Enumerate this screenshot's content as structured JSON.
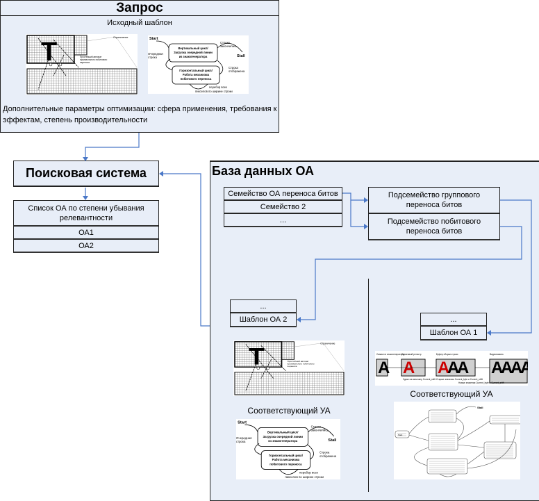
{
  "query": {
    "title": "Запрос",
    "subtitle": "Исходный шаблон",
    "extra_params": "Дополнительные параметры оптимизации: сфера применения, требования к эффектам, степень производительности"
  },
  "search": {
    "title": "Поисковая система"
  },
  "result_list": {
    "header": "Список ОА по степени убывания релевантности",
    "items": [
      "ОА1",
      "ОА2"
    ]
  },
  "database": {
    "title": "База данных ОА",
    "families": [
      "Семейство ОА переноса битов",
      "Семейство 2",
      "..."
    ],
    "subfamilies": [
      "Подсемейство группового переноса битов",
      "Подсемейство побитового переноса битов"
    ],
    "template2": {
      "rows": [
        "...",
        "Шаблон ОА 2"
      ]
    },
    "template1": {
      "rows": [
        "...",
        "Шаблон ОА 1"
      ]
    },
    "ua_label_left": "Соответствующий УА",
    "ua_label_right": "Соответствующий УА"
  },
  "grid_image": {
    "glyph": "T",
    "labels": [
      "Ограничение",
      "Простейший автомат",
      "произвольного побитового",
      "переноса"
    ]
  },
  "state_diagram": {
    "start": "Start",
    "stall": "Stall",
    "state1": [
      "Вертикальный цикл/",
      "Загрузка очередной линии",
      "из знакогенератора"
    ],
    "state2": [
      "Горизонтальный цикл/",
      "Работа механизма",
      "побитового переноса"
    ],
    "edge_done": [
      "Строки",
      "закончились"
    ],
    "edge_next": [
      "Очередная",
      "строка"
    ],
    "edge_shown": [
      "Строка",
      "отображена"
    ],
    "edge_loop": [
      "перебор всех",
      "пикселов по ширине строки"
    ]
  },
  "bit_pipeline": {
    "glyph": "A",
    "stages": [
      "Символ в знакогенераторе",
      "Сдвиговый регистр",
      "Буфер сборки строки",
      "Видеопамять"
    ],
    "notes": [
      "Сдвиг на величину Current_shift",
      "Старые значения Current_byte и Current_shift",
      "Новые значения Current_byte и Current_shift"
    ],
    "accent": "#cc0000"
  },
  "ua_diagram": {
    "stall": "Stall",
    "start": "Start"
  },
  "colors": {
    "panel": "#e8eef8",
    "connector": "#4a78c8",
    "border": "#222222"
  }
}
